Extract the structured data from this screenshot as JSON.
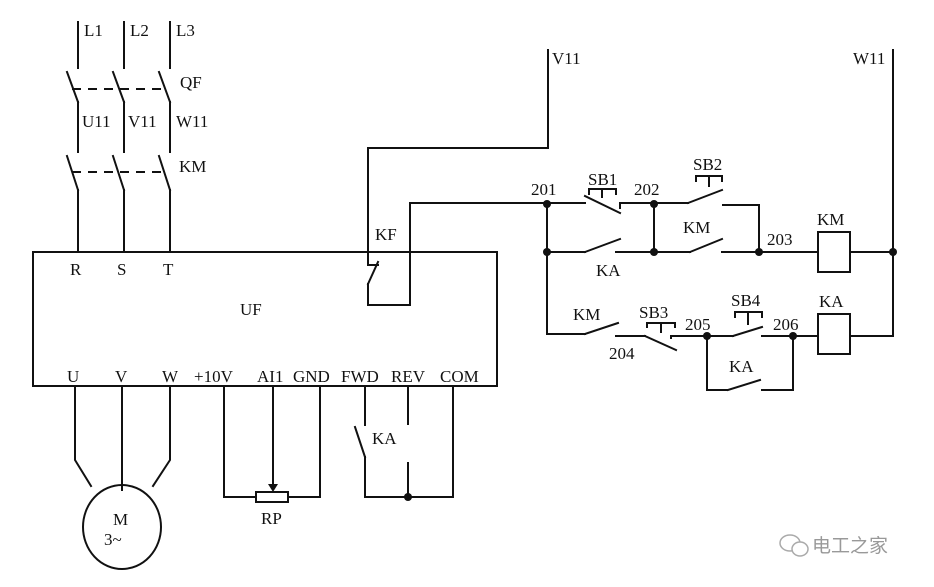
{
  "supply": {
    "l1": "L1",
    "l2": "L2",
    "l3": "L3",
    "qf": "QF",
    "u11": "U11",
    "v11": "V11",
    "w11": "W11",
    "km": "KM"
  },
  "inverter": {
    "name": "UF",
    "kf": "KF",
    "inputs": [
      "R",
      "S",
      "T"
    ],
    "outputs": [
      "U",
      "V",
      "W",
      "+10V",
      "AI1",
      "GND",
      "FWD",
      "REV",
      "COM"
    ]
  },
  "motor": {
    "label": "M",
    "phase": "3~"
  },
  "potentiometer": "RP",
  "fwd_contact": "KA",
  "control": {
    "v11": "V11",
    "w11": "W11",
    "nodes": [
      "201",
      "202",
      "203",
      "204",
      "205",
      "206"
    ],
    "sb1": "SB1",
    "sb2": "SB2",
    "sb3": "SB3",
    "sb4": "SB4",
    "ka_contact_1": "KA",
    "km_contact_1": "KM",
    "km_coil": "KM",
    "km_contact_2": "KM",
    "ka_contact_2": "KA",
    "ka_coil": "KA"
  },
  "watermark": "电工之家"
}
